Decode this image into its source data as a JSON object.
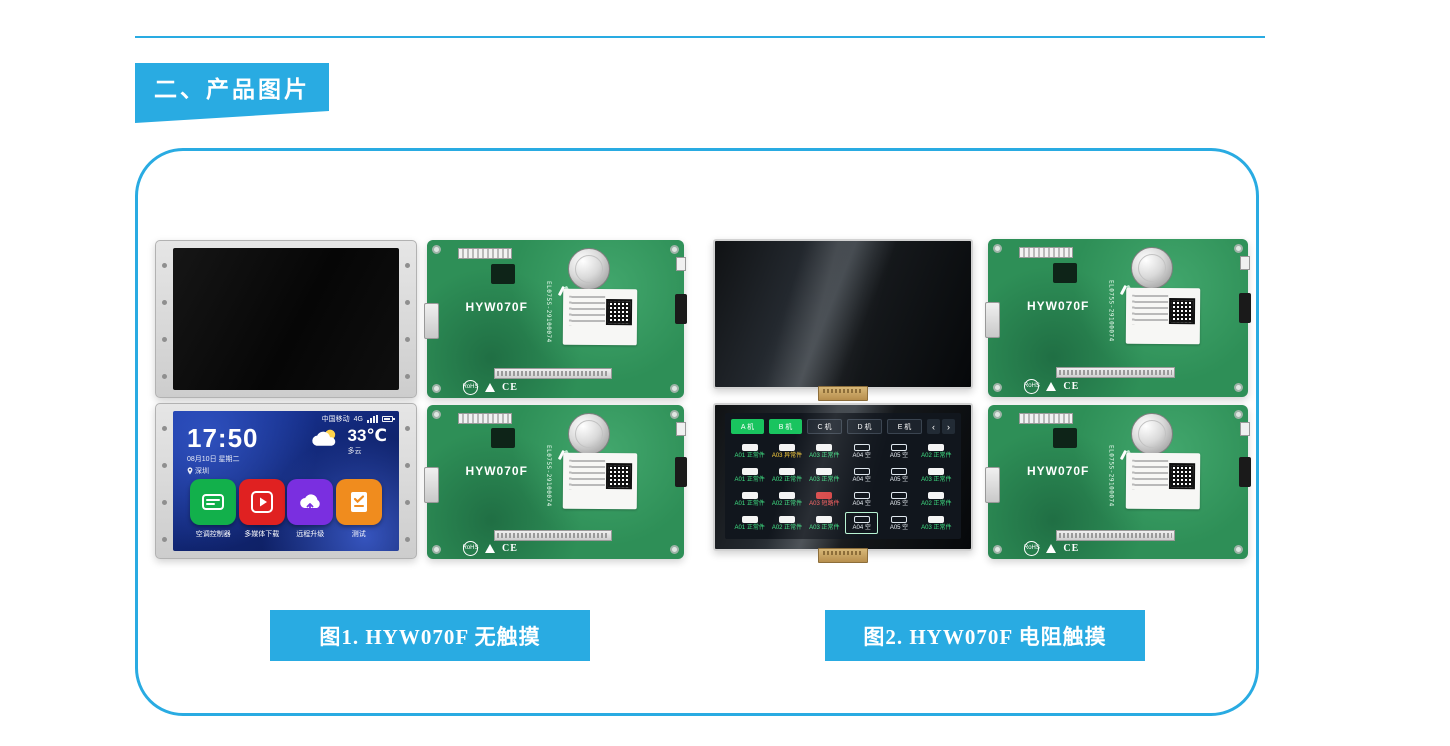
{
  "page": {
    "section_title": "二、产品图片"
  },
  "figures": [
    {
      "caption": "图1. HYW070F 无触摸"
    },
    {
      "caption": "图2. HYW070F 电阻触摸"
    }
  ],
  "board": {
    "model": "HYW070F",
    "serial": "EL075S-29100074",
    "rohs": "RoHS",
    "ce": "CE"
  },
  "smart_ui": {
    "carrier": "中国移动",
    "network": "4G",
    "time": "17:50",
    "date": "08月10日 星期二",
    "city": "深圳",
    "temp": "33℃",
    "weather": "多云",
    "apps": [
      {
        "label": "空调控制器",
        "color": "#12b04b",
        "icon": "ac"
      },
      {
        "label": "多媒体下载",
        "color": "#e02121",
        "icon": "play"
      },
      {
        "label": "远程升级",
        "color": "#7a2fe0",
        "icon": "cloud"
      },
      {
        "label": "测试",
        "color": "#f08c1e",
        "icon": "check"
      }
    ]
  },
  "test_ui": {
    "tabs": [
      {
        "label": "A 机",
        "state": "active"
      },
      {
        "label": "B 机",
        "state": "active"
      },
      {
        "label": "C 机",
        "state": "idle"
      },
      {
        "label": "D 机",
        "state": "idle"
      },
      {
        "label": "E 机",
        "state": "idle"
      }
    ],
    "pager": {
      "prev": "‹",
      "next": "›"
    },
    "cells": [
      {
        "label": "A01 正常件",
        "status": "green"
      },
      {
        "label": "A03 异常件",
        "status": "yellow"
      },
      {
        "label": "A03 正常件",
        "status": "green"
      },
      {
        "label": "A04 空",
        "status": "empty"
      },
      {
        "label": "A05 空",
        "status": "empty"
      },
      {
        "label": "A02 正常件",
        "status": "green"
      },
      {
        "label": "A01 正常件",
        "status": "green"
      },
      {
        "label": "A02 正常件",
        "status": "green"
      },
      {
        "label": "A03 正常件",
        "status": "green"
      },
      {
        "label": "A04 空",
        "status": "empty"
      },
      {
        "label": "A05 空",
        "status": "empty"
      },
      {
        "label": "A03 正常件",
        "status": "green"
      },
      {
        "label": "A01 正常件",
        "status": "green"
      },
      {
        "label": "A02 正常件",
        "status": "green"
      },
      {
        "label": "A03 短路件",
        "status": "red"
      },
      {
        "label": "A04 空",
        "status": "empty"
      },
      {
        "label": "A05 空",
        "status": "empty"
      },
      {
        "label": "A02 正常件",
        "status": "green"
      },
      {
        "label": "A01 正常件",
        "status": "green"
      },
      {
        "label": "A02 正常件",
        "status": "green"
      },
      {
        "label": "A03 正常件",
        "status": "green"
      },
      {
        "label": "A04 空",
        "status": "selected"
      },
      {
        "label": "A05 空",
        "status": "empty"
      },
      {
        "label": "A03 正常件",
        "status": "green"
      }
    ]
  },
  "colors": {
    "accent": "#29ABE2",
    "pcb": "#2E8F57"
  }
}
